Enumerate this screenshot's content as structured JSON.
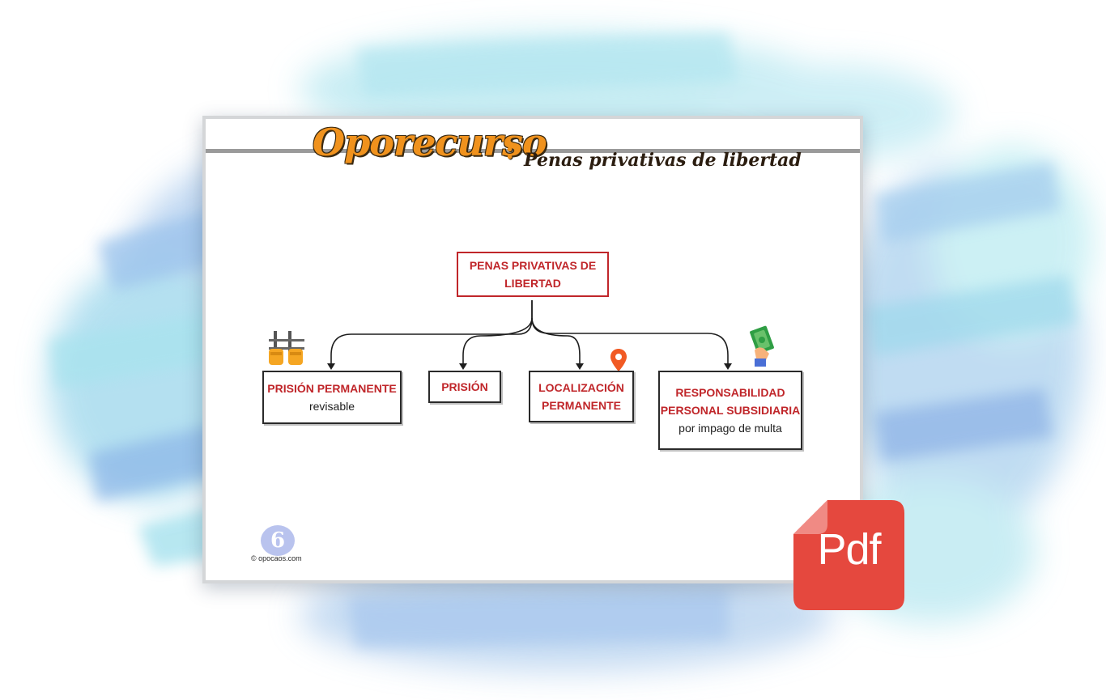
{
  "header": {
    "brand": "Oporecurso",
    "separator": ":",
    "subtitle": "Penas privativas de libertad"
  },
  "diagram": {
    "root": {
      "line1": "PENAS PRIVATIVAS DE",
      "line2": "LIBERTAD"
    },
    "children": [
      {
        "title": "PRISIÓN PERMANENTE",
        "detail": "revisable",
        "icon": "handcuffs-icon"
      },
      {
        "title": "PRISIÓN",
        "icon": ""
      },
      {
        "title": "LOCALIZACIÓN",
        "title2": "PERMANENTE",
        "icon": "location-pin-icon"
      },
      {
        "title": "RESPONSABILIDAD",
        "title2": "PERSONAL SUBSIDIARIA",
        "detail": "por impago de multa",
        "icon": "money-in-hand-icon"
      }
    ]
  },
  "footer": {
    "logo_glyph": "6",
    "copyright": "© opocaos.com"
  },
  "badge": {
    "label": "Pdf",
    "icon": "pdf-file-icon"
  },
  "colors": {
    "accent_orange": "#f0921d",
    "box_red": "#c0262a",
    "pdf_red": "#e5483e",
    "splash_blue": "#7fb3e6",
    "splash_cyan": "#8fe0ea"
  }
}
